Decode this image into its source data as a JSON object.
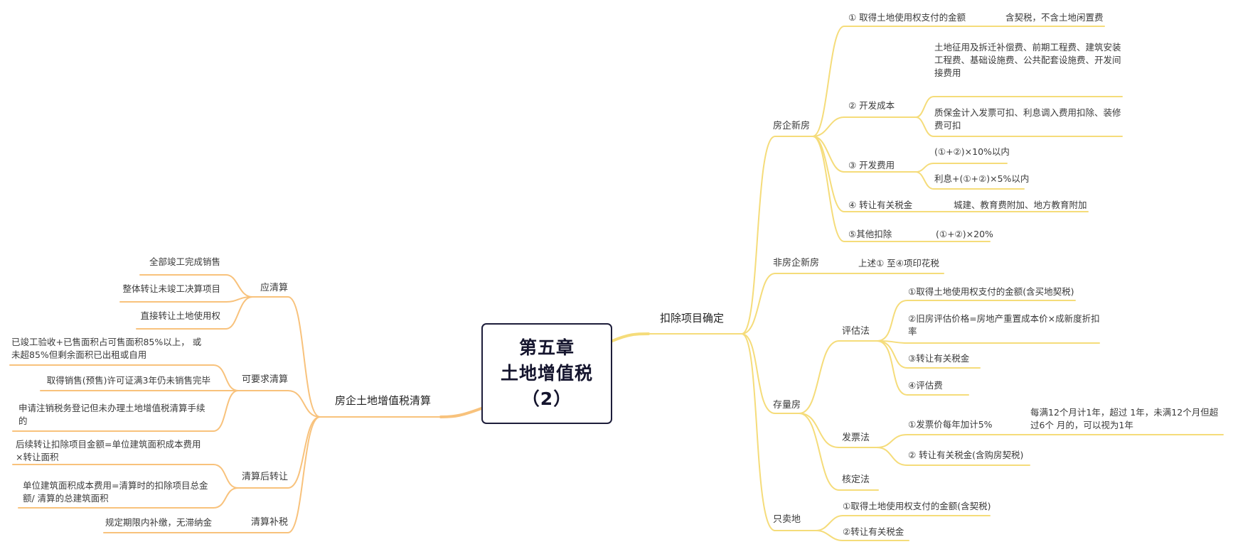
{
  "center": {
    "line1": "第五章",
    "line2": "土地增值税",
    "line3": "（2）"
  },
  "colors": {
    "right_branch": "#f5dc7a",
    "left_branch": "#f8c27c",
    "center_border": "#1d1d3a"
  },
  "right": {
    "title": "扣除项目确定",
    "newhouse": {
      "label": "房企新房",
      "item1": {
        "label": "① 取得土地使用权支付的金额",
        "note": "含契税，不含土地闲置费"
      },
      "item2": {
        "label": "② 开发成本",
        "note1": "土地征用及拆迁补偿费、前期工程费、建筑安装工程费、基础设施费、公共配套设施费、开发间接费用",
        "note2": "质保金计入发票可扣、利息调入费用扣除、装修费可扣"
      },
      "item3": {
        "label": "③ 开发费用",
        "note1": "(①+②)×10%以内",
        "note2": "利息+(①+②)×5%以内"
      },
      "item4": {
        "label": "④ 转让有关税金",
        "note": "城建、教育费附加、地方教育附加"
      },
      "item5": {
        "label": "⑤其他扣除",
        "note": "(①+②)×20%"
      }
    },
    "nonhouse": {
      "label": "非房企新房",
      "note": "上述① 至④项印花税"
    },
    "stock": {
      "label": "存量房",
      "eval": {
        "label": "评估法",
        "i1": "①取得土地使用权支付的金额(含买地契税)",
        "i2": "②旧房评估价格=房地产重置成本价×成新度折扣率",
        "i3": "③转让有关税金",
        "i4": "④评估费"
      },
      "invoice": {
        "label": "发票法",
        "i1": "①发票价每年加计5%",
        "i1_note": "每满12个月计1年，超过 1年，未满12个月但超过6个 月的，可以视为1年",
        "i2": "② 转让有关税金(含购房契税)"
      },
      "assess": {
        "label": "核定法"
      }
    },
    "landonly": {
      "label": "只卖地",
      "i1": "①取得土地使用权支付的金额(含契税)",
      "i2": "②转让有关税金"
    }
  },
  "left": {
    "title": "房企土地增值税清算",
    "must": {
      "label": "应清算",
      "i1": "全部竣工完成销售",
      "i2": "整体转让未竣工决算项目",
      "i3": "直接转让土地使用权"
    },
    "may": {
      "label": "可要求清算",
      "i1": "已竣工验收+已售面积占可售面积85%以上， 或未超85%但剩余面积已出租或自用",
      "i2": "取得销售(预售)许可证满3年仍未销售完毕",
      "i3": "申请注销税务登记但未办理土地增值税清算手续的"
    },
    "after": {
      "label": "清算后转让",
      "i1": "后续转让扣除项目金额=单位建筑面积成本费用×转让面积",
      "i2": "单位建筑面积成本费用=清算时的扣除项目总金额/ 清算的总建筑面积"
    },
    "supplement": {
      "label": "清算补税",
      "i1": "规定期限内补缴，无滞纳金"
    }
  }
}
